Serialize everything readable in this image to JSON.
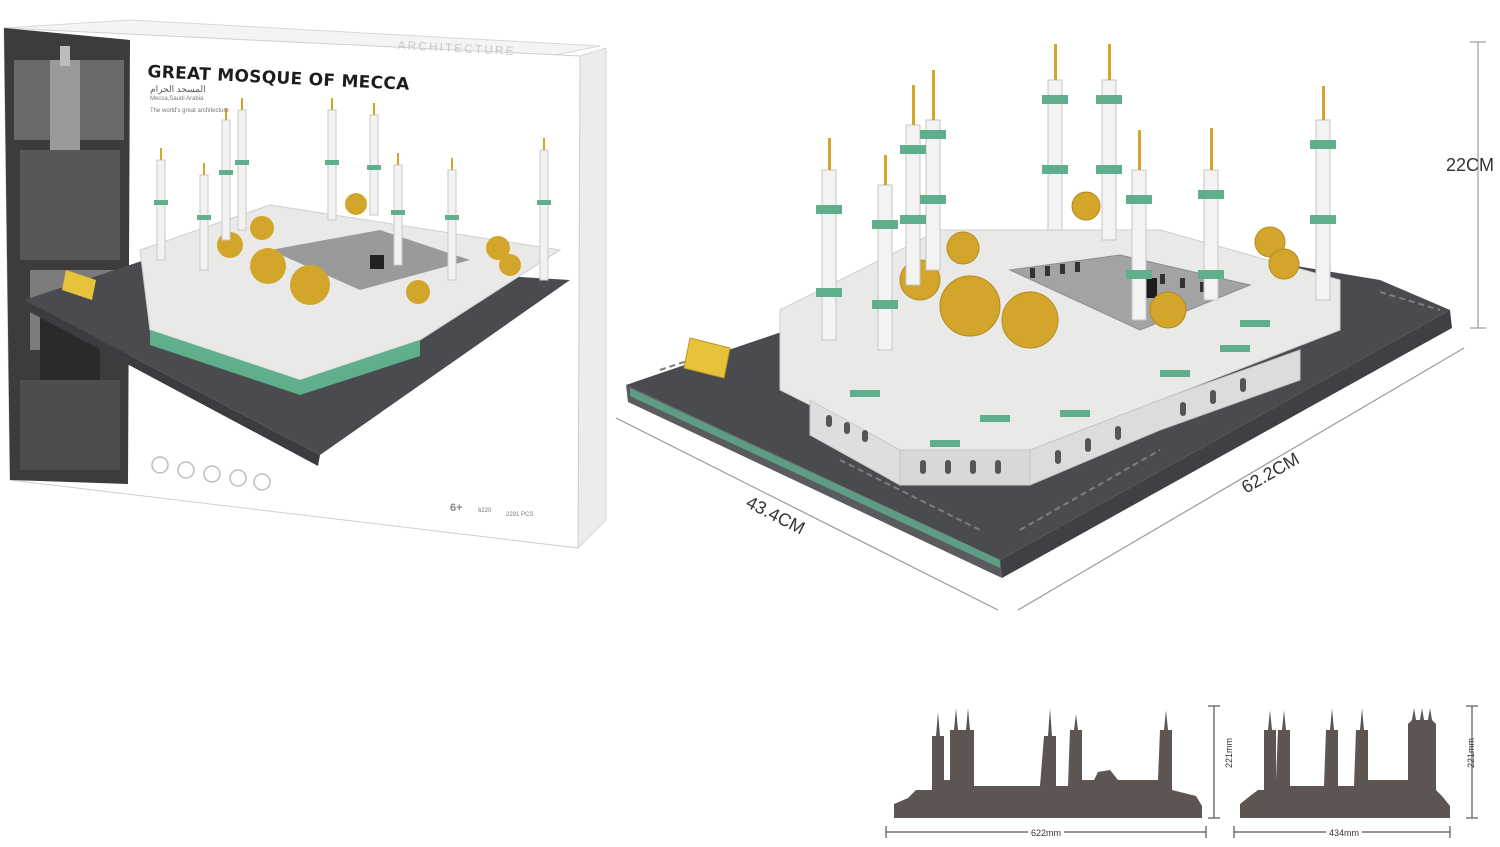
{
  "product_box": {
    "title": "GREAT MOSQUE OF MECCA",
    "arabic_title": "المسجد الحرام",
    "location": "Mecca,Saudi Arabia",
    "tagline": "The world's great architecture",
    "series": "ARCHITECTURE",
    "age": "6+",
    "model_number": "6220",
    "pieces": "2291 PCS"
  },
  "dimensions": {
    "height": "22CM",
    "width": "43.4CM",
    "length": "62.2CM",
    "silhouette_front_width": "622mm",
    "silhouette_front_height": "221mm",
    "silhouette_side_width": "434mm",
    "silhouette_side_height": "221mm"
  },
  "colors": {
    "baseplate": "#4a4b4f",
    "trim_green": "#5fae8c",
    "dome_gold": "#d3a52a",
    "marble": "#e9e9e7",
    "silhouette": "#5c5552"
  }
}
